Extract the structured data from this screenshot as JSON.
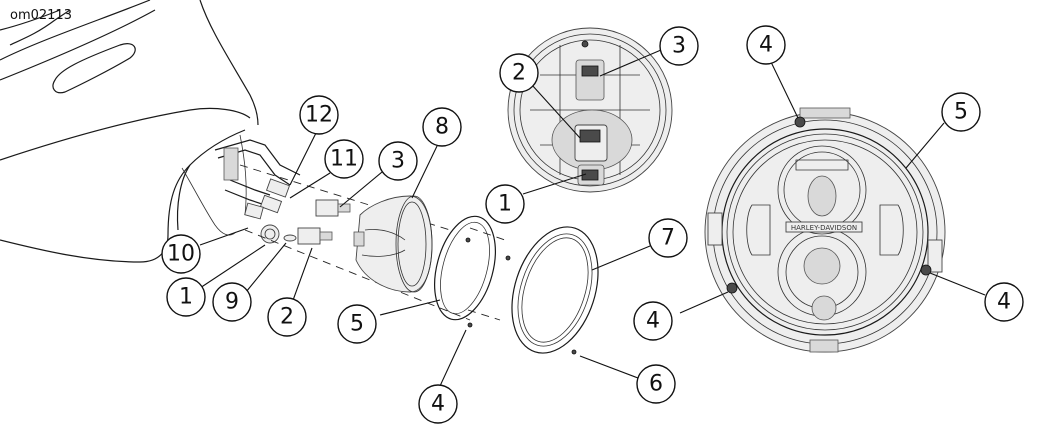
{
  "figure_id": "om02113",
  "lens_text": "HARLEY-DAVIDSON",
  "callouts": [
    {
      "id": "c12a",
      "label": "12"
    },
    {
      "id": "c11a",
      "label": "11"
    },
    {
      "id": "c3a",
      "label": "3"
    },
    {
      "id": "c8a",
      "label": "8"
    },
    {
      "id": "c10a",
      "label": "10"
    },
    {
      "id": "c1a",
      "label": "1"
    },
    {
      "id": "c9a",
      "label": "9"
    },
    {
      "id": "c2a",
      "label": "2"
    },
    {
      "id": "c5a",
      "label": "5"
    },
    {
      "id": "c4a",
      "label": "4"
    },
    {
      "id": "c2b",
      "label": "2"
    },
    {
      "id": "c3b",
      "label": "3"
    },
    {
      "id": "c1b",
      "label": "1"
    },
    {
      "id": "c7a",
      "label": "7"
    },
    {
      "id": "c6a",
      "label": "6"
    },
    {
      "id": "c4b",
      "label": "4"
    },
    {
      "id": "c5b",
      "label": "5"
    },
    {
      "id": "c4c",
      "label": "4"
    },
    {
      "id": "c4d",
      "label": "4"
    }
  ]
}
